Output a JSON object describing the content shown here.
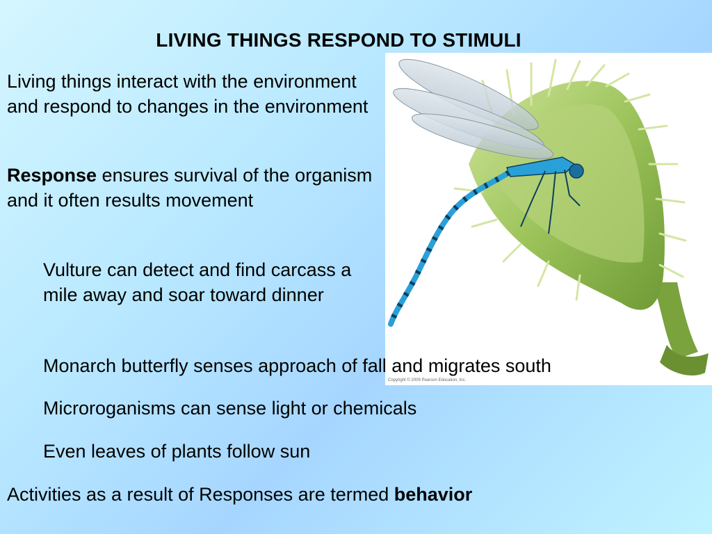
{
  "slide": {
    "title": "LIVING THINGS RESPOND TO STIMULI",
    "paragraph_1": "Living things interact with the environment and respond to changes in the environment",
    "paragraph_2_bold": "Response",
    "paragraph_2_rest": " ensures survival of the organism and it often results movement",
    "examples": [
      "Vulture can detect and find carcass a mile away and soar toward dinner",
      "Monarch butterfly senses approach of fall and migrates south",
      "Microroganisms can sense light or chemicals",
      "Even leaves of plants follow sun"
    ],
    "conclusion_text": "Activities as a result of Responses are termed ",
    "conclusion_bold": "behavior",
    "image_copyright": "Copyright © 2009 Pearson Education, Inc."
  },
  "colors": {
    "background_light": "#d4f6ff",
    "background_mid": "#a6d6ff",
    "trap_green": "#8fb84e",
    "dragonfly_blue": "#2aa0d8"
  }
}
